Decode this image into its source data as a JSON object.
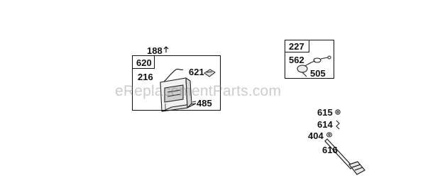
{
  "diagram": {
    "left_group": {
      "top_callout": "188",
      "header_part": "620",
      "parts": [
        "216",
        "621",
        "485"
      ]
    },
    "right_group": {
      "header_part": "227",
      "parts": [
        "562",
        "505"
      ]
    },
    "loose_parts": [
      "615",
      "614",
      "404",
      "616"
    ]
  },
  "watermark": "eReplacementParts.com"
}
